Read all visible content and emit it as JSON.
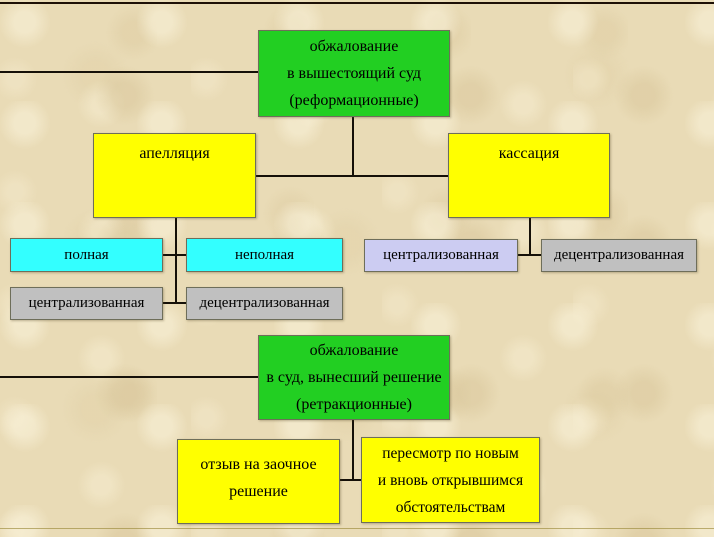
{
  "slide": {
    "background_color": "#e9dbb6",
    "top_rule_color": "#1d1006",
    "bottom_rule_color": "#9b8b3a",
    "connector_color": "#151008"
  },
  "colors": {
    "green": "#22CF22",
    "yellow": "#FFFF00",
    "cyan": "#33FFFF",
    "gray": "#C0C0C0",
    "lavender": "#CCCCF2"
  },
  "nodes": {
    "appeal_superior_court": {
      "line1": "обжалование",
      "line2": "в вышестоящий суд",
      "line3": "(реформационные)",
      "color": "#22CF22"
    },
    "appellation": {
      "label": "апелляция",
      "color": "#FFFF00"
    },
    "cassation": {
      "label": "кассация",
      "color": "#FFFF00"
    },
    "full": {
      "label": "полная",
      "color": "#33FFFF"
    },
    "incomplete": {
      "label": "неполная",
      "color": "#33FFFF"
    },
    "centralized_left": {
      "label": "централизованная",
      "color": "#C0C0C0"
    },
    "decentralized_left": {
      "label": "децентрализованная",
      "color": "#C0C0C0"
    },
    "centralized_right": {
      "label": "централизованная",
      "color": "#CCCCF2"
    },
    "decentralized_right": {
      "label": "децентрализованная",
      "color": "#C0C0C0"
    },
    "appeal_same_court": {
      "line1": "обжалование",
      "line2": "в суд, вынесший решение",
      "line3": "(ретракционные)",
      "color": "#22CF22"
    },
    "recall_default_judgment": {
      "line1": "отзыв на заочное",
      "line2": "решение",
      "color": "#FFFF00"
    },
    "review_new_circumstances": {
      "line1": "пересмотр по новым",
      "line2": "и вновь открывшимся",
      "line3": "обстоятельствам",
      "color": "#FFFF00"
    }
  }
}
